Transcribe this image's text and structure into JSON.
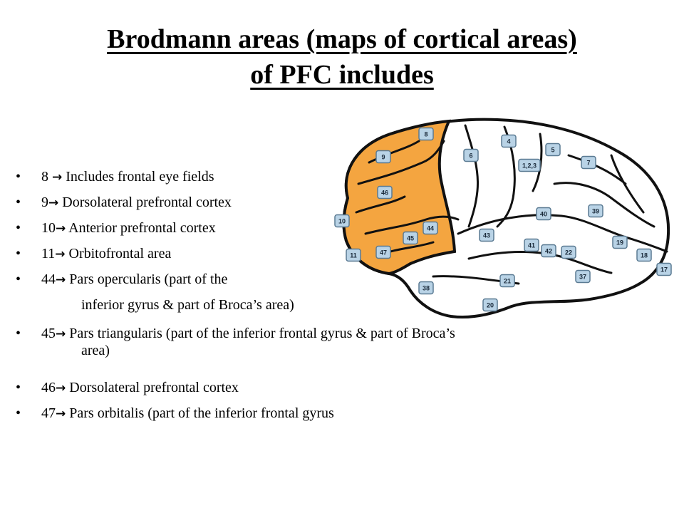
{
  "title": {
    "line1": "Brodmann areas (maps of cortical areas)",
    "line2": "of PFC includes"
  },
  "bullet_marker": "•",
  "arrow_glyph": "→",
  "bullets": [
    {
      "num": "8 ",
      "text": " Includes frontal eye fields"
    },
    {
      "num": "9",
      "text": " Dorsolateral prefrontal cortex"
    },
    {
      "num": "10",
      "text": " Anterior prefrontal cortex"
    },
    {
      "num": "11",
      "text": " Orbitofrontal area"
    },
    {
      "num": "44",
      "text": " Pars opercularis (part of the",
      "cont": "inferior gyrus & part of Broca’s area)"
    },
    {
      "num": "45",
      "text": " Pars triangularis (part of the inferior frontal gyrus & part of Broca’s",
      "cont": "area)"
    },
    {
      "num": "46",
      "text": " Dorsolateral prefrontal cortex"
    },
    {
      "num": "47",
      "text": " Pars orbitalis (part of the inferior frontal gyrus"
    }
  ],
  "brain": {
    "pfc_color": "#F4A540",
    "box_color": "#B9D3E6",
    "box_stroke": "#5A7A92",
    "areas": [
      "8",
      "9",
      "6",
      "4",
      "5",
      "7",
      "1,2,3",
      "46",
      "10",
      "44",
      "45",
      "47",
      "11",
      "43",
      "40",
      "39",
      "41",
      "42",
      "22",
      "19",
      "18",
      "17",
      "37",
      "21",
      "38",
      "20"
    ]
  }
}
